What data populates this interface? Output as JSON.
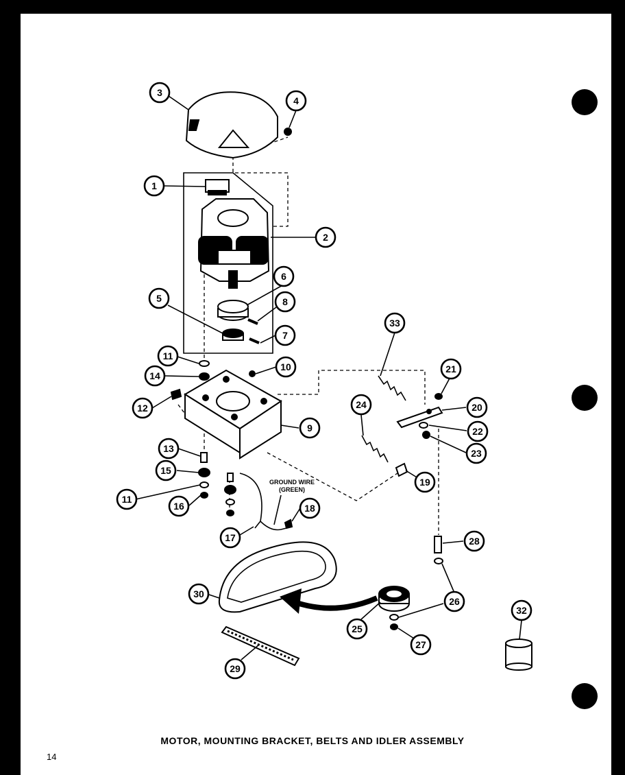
{
  "title": "MOTOR, MOUNTING BRACKET, BELTS AND IDLER ASSEMBLY",
  "page_number": "14",
  "ground_wire_label_1": "GROUND WIRE",
  "ground_wire_label_2": "(GREEN)",
  "callouts": [
    "1",
    "2",
    "3",
    "4",
    "5",
    "6",
    "7",
    "8",
    "9",
    "10",
    "11",
    "12",
    "13",
    "14",
    "15",
    "16",
    "17",
    "18",
    "19",
    "20",
    "21",
    "22",
    "23",
    "24",
    "25",
    "26",
    "27",
    "28",
    "29",
    "30",
    "32",
    "33"
  ],
  "callout_11b": "11"
}
